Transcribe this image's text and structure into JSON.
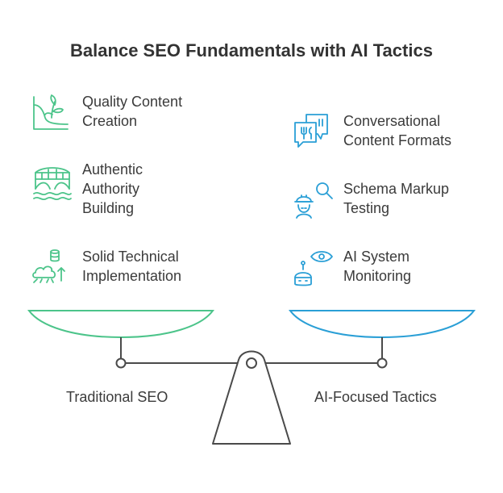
{
  "title": "Balance SEO Fundamentals with AI Tactics",
  "colors": {
    "traditional": "#4cc48a",
    "ai": "#2a9fd6",
    "text": "#3b3b3b",
    "structure": "#4a4a4a"
  },
  "traditional": {
    "label": "Traditional SEO",
    "items": [
      {
        "icon": "plant-growth-icon",
        "label_lines": [
          "Quality Content",
          "Creation"
        ]
      },
      {
        "icon": "bridge-building-icon",
        "label_lines": [
          "Authentic",
          "Authority",
          "Building"
        ]
      },
      {
        "icon": "cloud-database-icon",
        "label_lines": [
          "Solid Technical",
          "Implementation"
        ]
      }
    ]
  },
  "ai": {
    "label": "AI-Focused Tactics",
    "items": [
      {
        "icon": "chat-bubbles-icon",
        "label_lines": [
          "Conversational",
          "Content Formats"
        ]
      },
      {
        "icon": "inspector-search-icon",
        "label_lines": [
          "Schema Markup",
          "Testing"
        ]
      },
      {
        "icon": "robot-eye-icon",
        "label_lines": [
          "AI System",
          "Monitoring"
        ]
      }
    ]
  }
}
